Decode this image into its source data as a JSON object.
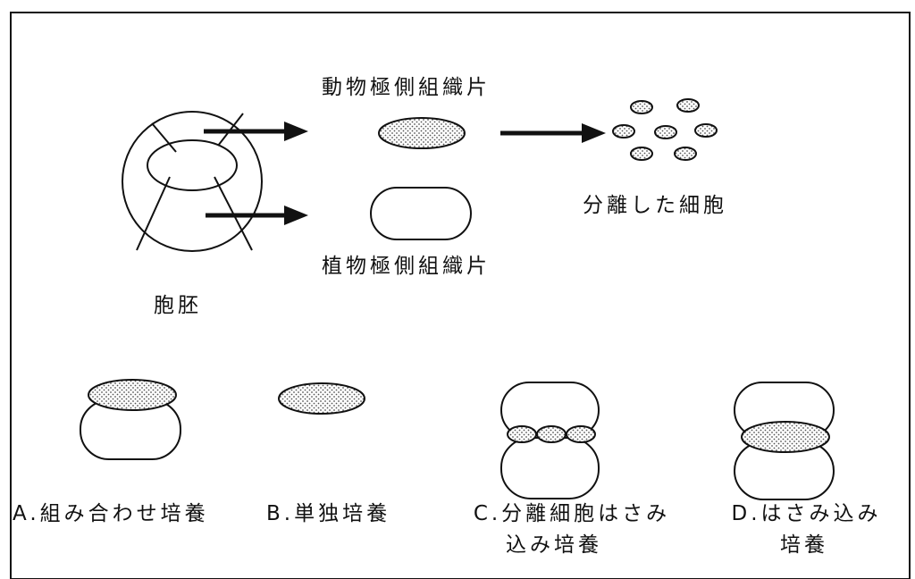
{
  "top": {
    "animal_piece": "動物極側組織片",
    "vegetal_piece": "植物極側組織片",
    "dissociated_cells": "分離した細胞",
    "blastula": "胞胚"
  },
  "cultures": {
    "a": "A.組み合わせ培養",
    "b": "B.単独培養",
    "c_line1": "C.分離細胞はさみ",
    "c_line2": "込み培養",
    "d_line1": "D.はさみ込み",
    "d_line2": "培養"
  },
  "colors": {
    "line": "#111111",
    "stipple": "#666666",
    "background": "#ffffff"
  }
}
